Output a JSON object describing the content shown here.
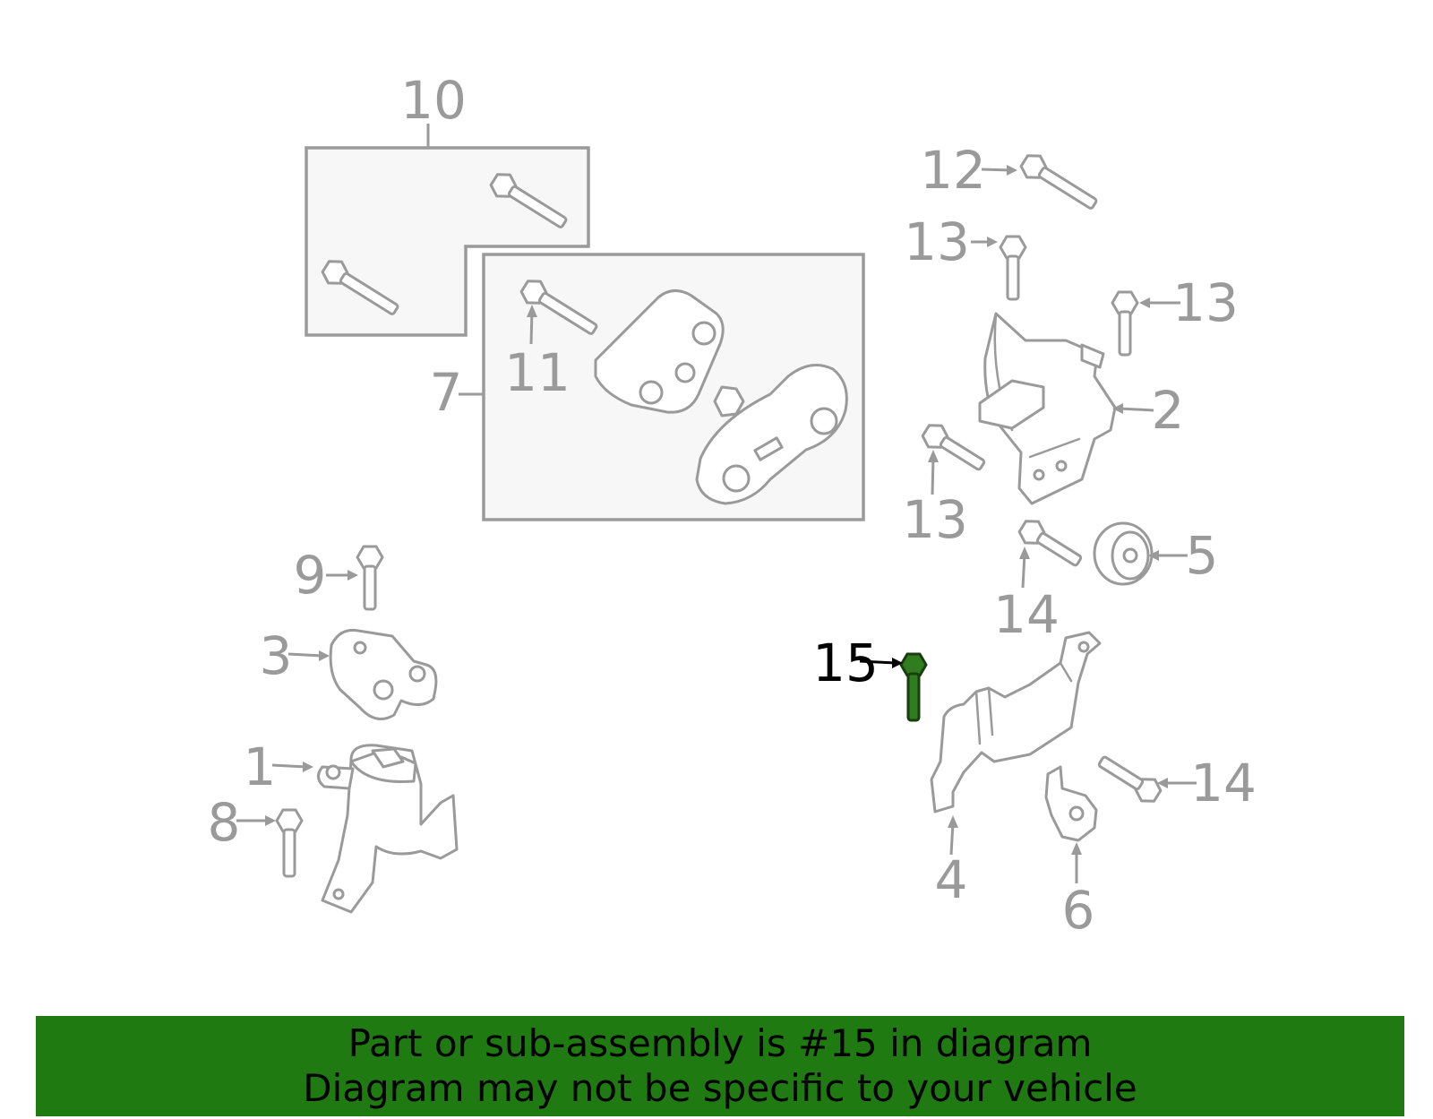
{
  "diagram": {
    "highlighted_part": "15",
    "callouts": {
      "c1": "1",
      "c2": "2",
      "c3": "3",
      "c4": "4",
      "c5": "5",
      "c6": "6",
      "c7": "7",
      "c8": "8",
      "c9": "9",
      "c10": "10",
      "c11": "11",
      "c12": "12",
      "c13a": "13",
      "c13b": "13",
      "c13c": "13",
      "c14a": "14",
      "c14b": "14",
      "c15": "15"
    },
    "colors": {
      "line": "#9a9a9a",
      "highlight": "#2f7d1f",
      "banner": "#1f7a12"
    }
  },
  "banner": {
    "line1": "Part or sub-assembly is #15 in diagram",
    "line2": "Diagram may not be specific to your vehicle"
  }
}
